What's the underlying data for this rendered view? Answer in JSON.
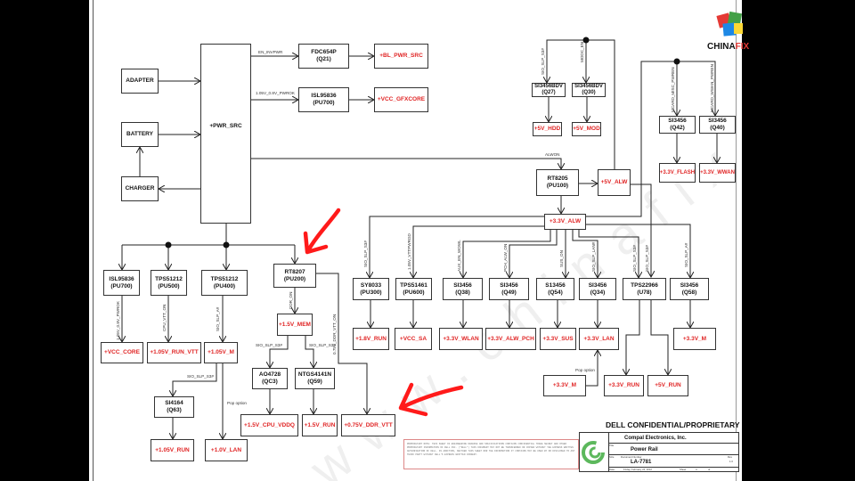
{
  "watermark": "www.chinafix.com",
  "logo": {
    "text_a": "CHINA",
    "text_b": "FIX",
    "colors": [
      "#e53935",
      "#43a047",
      "#1e88e5",
      "#fdd835"
    ]
  },
  "colors": {
    "rail_text": "#e02424",
    "annotation_arrow": "#ff1a1a",
    "compal_logo": "#5cb85c"
  },
  "sources": {
    "adapter": "ADAPTER",
    "battery": "BATTERY",
    "charger": "CHARGER",
    "pwr_src": "+PWR_SRC"
  },
  "top": {
    "q21": [
      "FDC654P",
      "(Q21)"
    ],
    "bl_pwr_src": "+BL_PWR_SRC",
    "pu700a": [
      "ISL95836",
      "(PU700)"
    ],
    "vcc_gfxcore": "+VCC_GFXCORE",
    "q27": [
      "SI3456BDV",
      "(Q27)"
    ],
    "q30": [
      "SI3456BDV",
      "(Q30)"
    ],
    "v5_hdd": "+5V_HDD",
    "v5_mod": "+5V_MOD",
    "pu100": [
      "RT8205",
      "(PU100)"
    ],
    "v5_alw": "+5V_ALW",
    "v33_alw": "+3.3V_ALW",
    "q42": [
      "SI3456",
      "(Q42)"
    ],
    "q40": [
      "SI3456",
      "(Q40)"
    ],
    "v33_flash": "+3.3V_FLASH",
    "v33_wwan": "+3.3V_WWAN"
  },
  "left": {
    "pu700": [
      "ISL95836",
      "(PU700)"
    ],
    "pu500": [
      "TPS51212",
      "(PU500)"
    ],
    "pu400": [
      "TPS51212",
      "(PU400)"
    ],
    "pu200": [
      "RT8207",
      "(PU200)"
    ],
    "v15_mem": "+1.5V_MEM",
    "vcc_core": "+VCC_CORE",
    "v105_run_vtt": "+1.05V_RUN_VTT",
    "v105_m": "+1.05V_M",
    "qc3": [
      "AO4728",
      "(QC3)"
    ],
    "q59": [
      "NTGS4141N",
      "(Q59)"
    ],
    "q63": [
      "SI4164",
      "(Q63)"
    ],
    "v15_cpu_vddq": "+1.5V_CPU_VDDQ",
    "v15_run": "+1.5V_RUN",
    "v075_ddr_vtt": "+0.75V_DDR_VTT",
    "v105_run": "+1.05V_RUN",
    "v10_lan": "+1.0V_LAN"
  },
  "right": {
    "pu300": [
      "SY8033",
      "(PU300)"
    ],
    "pu600": [
      "TPS51461",
      "(PU600)"
    ],
    "q38": [
      "SI3456",
      "(Q38)"
    ],
    "q49": [
      "SI3456",
      "(Q49)"
    ],
    "q54": [
      "S13456",
      "(Q54)"
    ],
    "q34": [
      "SI3456",
      "(Q34)"
    ],
    "u78": [
      "TPS22966",
      "(U78)"
    ],
    "q58": [
      "SI3456",
      "(Q58)"
    ],
    "v18_run": "+1.8V_RUN",
    "vcc_sa": "+VCC_SA",
    "v33_wlan": "+3.3V_WLAN",
    "v33_alw_pch": "+3.3V_ALW_PCH",
    "v33_sus": "+3.3V_SUS",
    "v33_lan": "+3.3V_LAN",
    "v33_m": "+3.3V_M",
    "v33_m2": "+3.3V_M",
    "v33_run": "+3.3V_RUN",
    "v5_run": "+5V_RUN"
  },
  "signals": {
    "en_invpwr": "EN_INVPWR",
    "pwrok": "1.05V_0.8V_PWROK",
    "alwon": "ALWON",
    "slp_s3_q27": "SIO_SLP_S3#",
    "modc_en": "MODC_EN",
    "mcard_misc": "MCARD_MISC_PWREN",
    "mcard_wwan": "MCARD_WWAN_PWREN",
    "pwrok_v": "1.05V_0.8V_PWROK",
    "cpu_vtt_on": "CPU_VTT_ON",
    "slp_a_pu400": "SIO_SLP_A#",
    "slp_s3_q63": "SIO_SLP_S3#",
    "pop_option_lan": "Pop option",
    "ddr_on": "DDR_ON",
    "slp_s3_qc3": "SIO_SLP_S3#",
    "slp_s3_q59": "SIO_SLP_S3#",
    "ddr_vtt_on": "0.75V_DDR_VTT_ON",
    "slp_s3_pu300": "SIO_SLP_S3#",
    "vttpwrgd": "1.05V_VTTPWRGD",
    "aux_en_wowl": "AUX_EN_WOWL",
    "pch_alw_on": "PCH_ALW_ON",
    "sus_on": "SUS_ON",
    "slp_lan": "SIO_SLP_LAN#",
    "slp_s3_u78a": "SIO_SLP_S3#",
    "slp_s3_u78b": "SIO_SLP_S3#",
    "slp_a_q58": "SIO_SLP_A#",
    "pop_option_33": "Pop option"
  },
  "footer": {
    "confidential": "DELL CONFIDENTIAL/PROPRIETARY",
    "note": "PROPRIETARY NOTE: THIS SHEET OF ENGINEERING DRAWING AND SPECIFICATIONS CONTAINS CONFIDENTIAL TRADE SECRET AND OTHER PROPRIETARY INFORMATION OF DELL INC. (\"DELL\") THIS DOCUMENT MAY NOT BE TRANSFERRED OR COPIED WITHOUT THE EXPRESS WRITTEN AUTHORIZATION OF DELL. IN ADDITION, NEITHER THIS SHEET NOR THE INFORMATION IT CONTAINS MAY BE USED BY OR DISCLOSED TO ANY THIRD PARTY WITHOUT DELL'S EXPRESS WRITTEN CONSENT.",
    "company": "Compal Electronics, Inc.",
    "title_label": "Title",
    "title": "Power Rail",
    "size_label": "Size",
    "doc_label": "Document Number",
    "doc_number": "LA-7781",
    "rev_label": "Rev",
    "rev": "1.0",
    "date_label": "Date:",
    "date": "Friday, February 24, 2012",
    "sheet_label": "Sheet",
    "sheet": "4",
    "of_label": "of"
  }
}
